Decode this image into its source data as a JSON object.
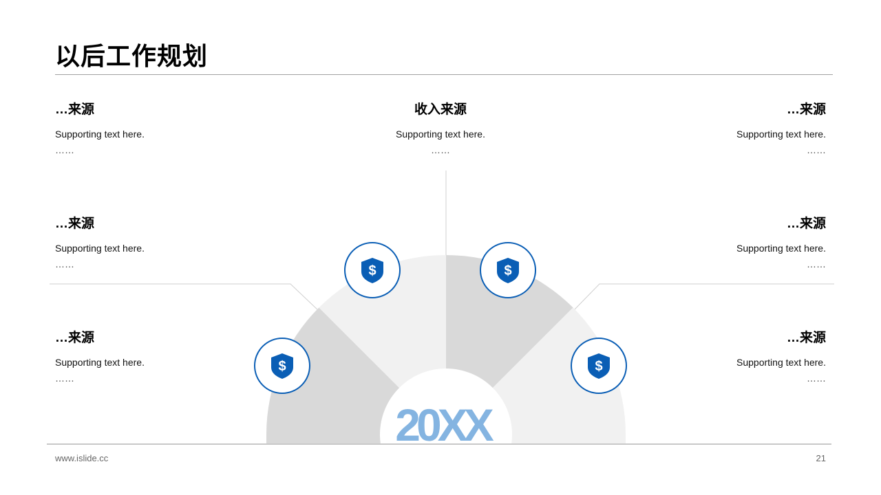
{
  "slide": {
    "title": "以后工作规划",
    "footer_site": "www.islide.cc",
    "page_number": "21"
  },
  "center": {
    "year": "20XX",
    "year_color": "#6fa8dc"
  },
  "colors": {
    "accent": "#0a5eb5",
    "segment_light": "#f1f1f1",
    "segment_dark": "#d9d9d9"
  },
  "items": [
    {
      "title": "…来源",
      "text": "Supporting text here.",
      "more": "……",
      "icon": "dollar-shield-icon"
    },
    {
      "title": "…来源",
      "text": "Supporting text here.",
      "more": "……",
      "icon": "dollar-shield-icon"
    },
    {
      "title": "…来源",
      "text": "Supporting text here.",
      "more": "……",
      "icon": "dollar-shield-icon"
    },
    {
      "title": "收入来源",
      "text": "Supporting text here.",
      "more": "……",
      "icon": "dollar-shield-icon"
    },
    {
      "title": "…来源",
      "text": "Supporting text here.",
      "more": "……",
      "icon": "dollar-shield-icon"
    },
    {
      "title": "…来源",
      "text": "Supporting text here.",
      "more": "……",
      "icon": "dollar-shield-icon"
    },
    {
      "title": "…来源",
      "text": "Supporting text here.",
      "more": "……",
      "icon": "dollar-shield-icon"
    }
  ]
}
